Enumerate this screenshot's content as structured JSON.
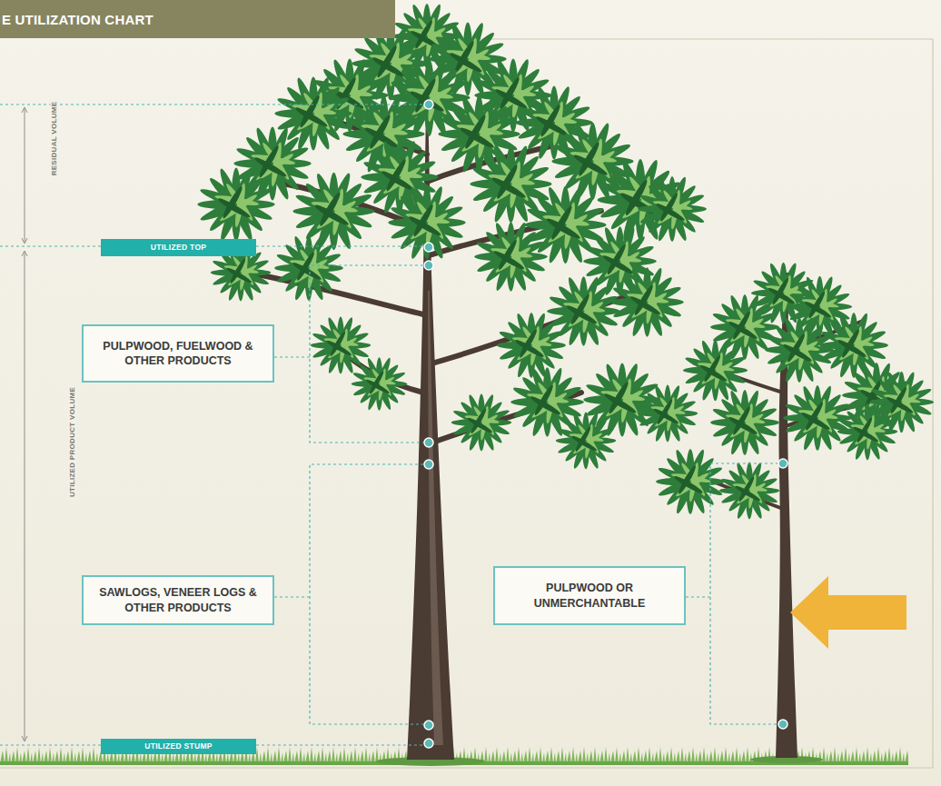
{
  "diagram": {
    "title": "E UTILIZATION CHART",
    "nodes": [
      {
        "text": [
          "UTILIZED TOP"
        ]
      },
      {
        "text": [
          "PULPWOOD, FUELWOOD & OTHER PRODUCTS"
        ]
      },
      {
        "text": [
          "SAWLOGS, VENEER LOGS & OTHER PRODUCTS"
        ]
      },
      {
        "text": [
          "PULPWOOD OR UNMERCHANTABLE"
        ]
      },
      {
        "text": [
          "UTILIZED STUMP"
        ]
      }
    ],
    "labels": [
      "RESIDUAL VOLUME",
      "UTILIZED PRODUCT VOLUME"
    ]
  }
}
